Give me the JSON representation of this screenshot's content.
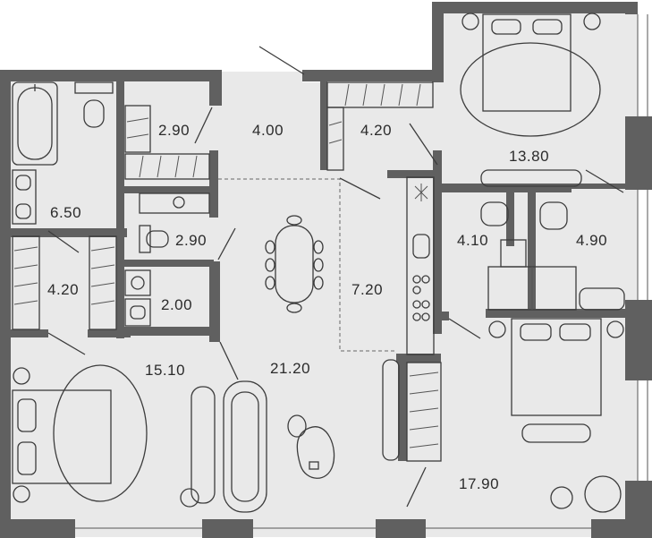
{
  "floor_plan": {
    "areas": [
      {
        "id": "wc-small",
        "value": "2.90"
      },
      {
        "id": "hall",
        "value": "4.00"
      },
      {
        "id": "wardrobe",
        "value": "4.20"
      },
      {
        "id": "bedroom-top",
        "value": "13.80"
      },
      {
        "id": "bathroom-main",
        "value": "6.50"
      },
      {
        "id": "bath-2",
        "value": "2.90"
      },
      {
        "id": "bath-3",
        "value": "4.10"
      },
      {
        "id": "bath-4",
        "value": "4.90"
      },
      {
        "id": "closet-left",
        "value": "4.20"
      },
      {
        "id": "kitchen",
        "value": "7.20"
      },
      {
        "id": "laundry",
        "value": "2.00"
      },
      {
        "id": "bedroom-left",
        "value": "15.10"
      },
      {
        "id": "living",
        "value": "21.20"
      },
      {
        "id": "bedroom-right",
        "value": "17.90"
      }
    ],
    "colors": {
      "floor": "#e9e9e9",
      "wall": "#606060",
      "line": "#3c3c3c",
      "furniture": "#ffffff"
    }
  }
}
